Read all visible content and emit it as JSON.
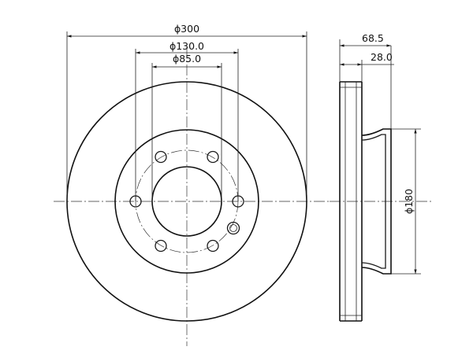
{
  "front_view": {
    "outer_diameter_label": "ϕ300",
    "bolt_circle_label": "ϕ130.0",
    "center_bore_label": "ϕ85.0"
  },
  "side_view": {
    "total_height_label": "68.5",
    "disc_thickness_label": "28.0",
    "hat_diameter_label": "ϕ180"
  },
  "colors": {
    "line": "#1a1a1a",
    "background": "#ffffff"
  }
}
